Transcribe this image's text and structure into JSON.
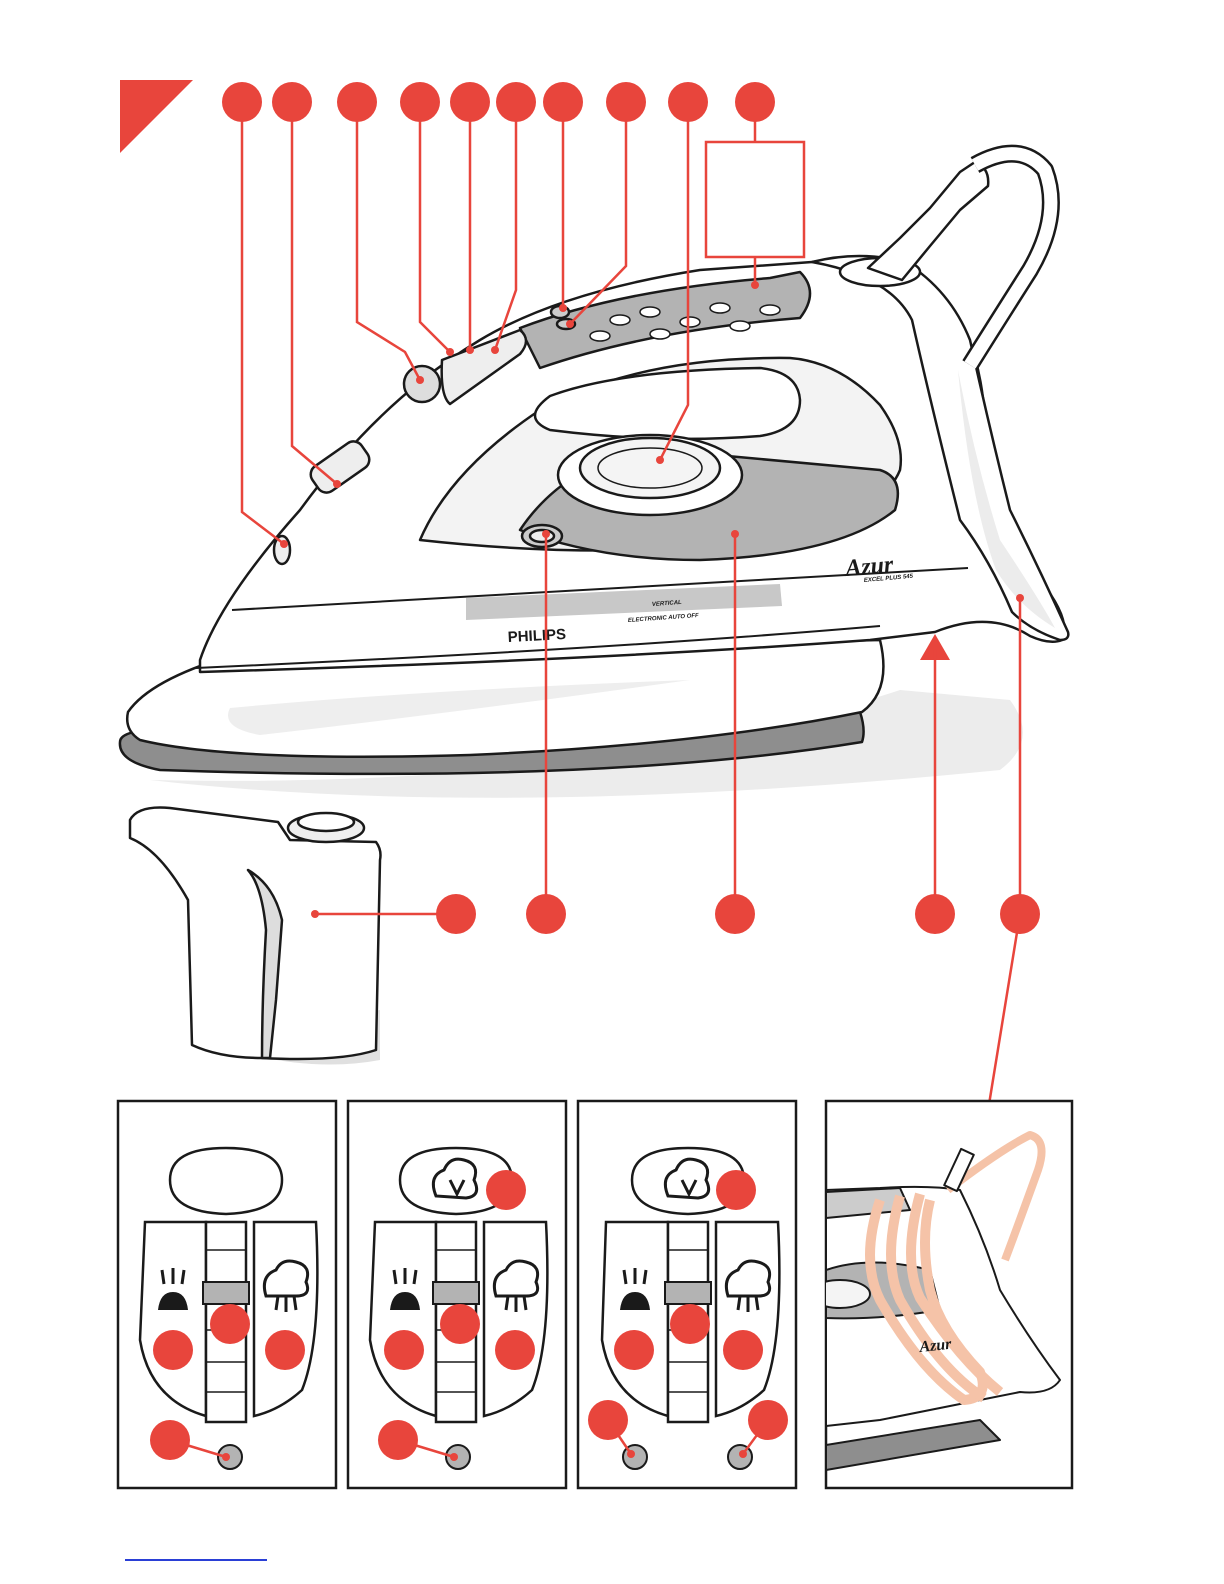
{
  "colors": {
    "accent": "#e8453c",
    "outline": "#1a1a1a",
    "panel_grey": "#b3b3b3",
    "light_grey": "#e6e6e6",
    "cord_peach": "#f5c3a8",
    "link_blue": "#2a3fd6"
  },
  "iron": {
    "brand": "PHILIPS",
    "logo": "Azur",
    "model": "EXCEL PLUS 545",
    "feature_line1": "VERTICAL",
    "feature_line2": "ELECTRONIC AUTO OFF"
  },
  "callouts": {
    "top_count": 10,
    "middle_count": 5,
    "panel_dots": [
      4,
      5,
      6
    ]
  },
  "icons": [
    "spray-icon",
    "steam-icon",
    "vertical-steam-icon",
    "cord-wrap-icon"
  ]
}
